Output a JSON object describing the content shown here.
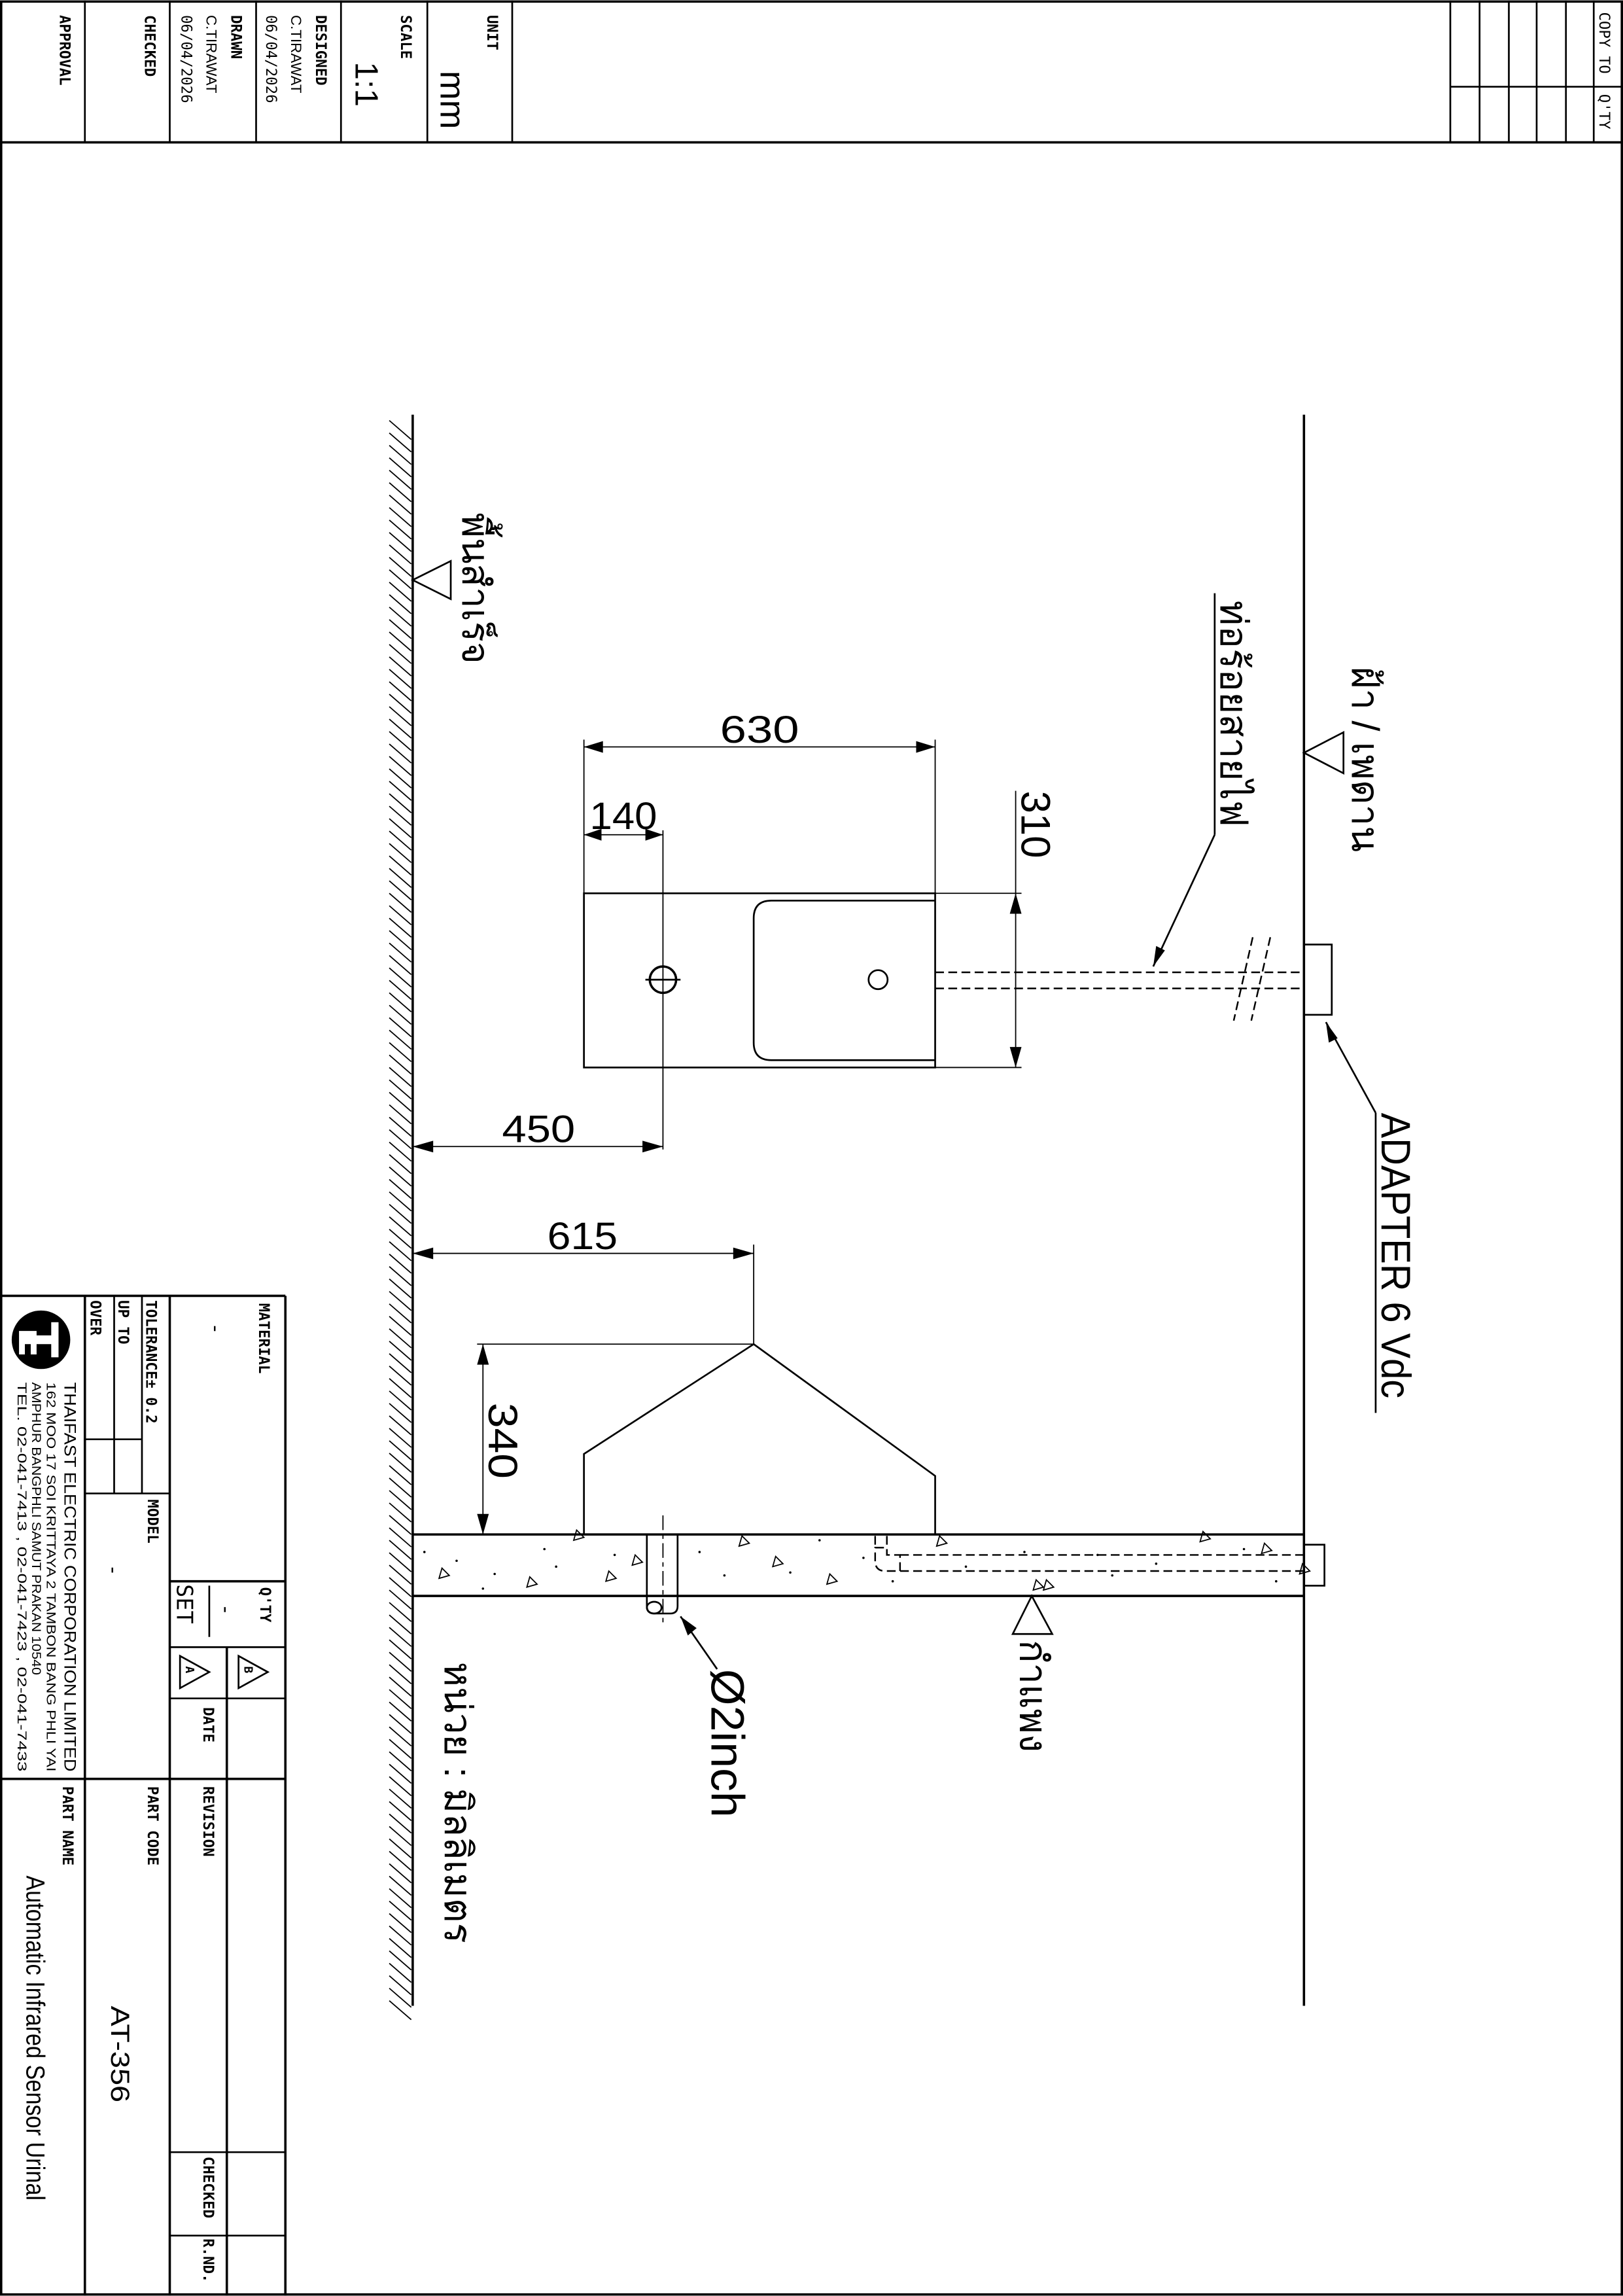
{
  "header": {
    "approval_label": "APPROVAL",
    "checked_label": "CHECKED",
    "drawn_label": "DRAWN",
    "drawn_by": "C.TIRAWAT",
    "drawn_date": "06/04/2026",
    "designed_label": "DESIGNED",
    "designed_by": "C.TIRAWAT",
    "designed_date": "06/04/2026",
    "scale_label": "SCALE",
    "scale_value": "1:1",
    "unit_label": "UNIT",
    "unit_value": "mm",
    "copy_to_label": "COPY TO",
    "qty_label": "Q'TY"
  },
  "title_block": {
    "material_label": "MATERIAL",
    "material_value": "-",
    "tolerance_label": "TOLERANCE± 0.2",
    "up_to_label": "UP TO",
    "over_label": "OVER",
    "model_label": "MODEL",
    "model_value": "-",
    "qty_label": "Q'TY",
    "qty_value": "-",
    "qty_unit": "SET",
    "rev_a": "A",
    "rev_b": "B",
    "date_label": "DATE",
    "revision_label": "REVISION",
    "checked_label": "CHECKED",
    "rnd_label": "R.ND.",
    "part_code_label": "PART CODE",
    "part_code_value": "AT-356",
    "part_name_label": "PART NAME",
    "part_name_value": "Automatic Infrared Sensor Urinal",
    "company": {
      "name": "THAIFAST ELECTRIC CORPORATION LIMITED",
      "address_1": "162 MOO 17 SOI KRITTAYA 2 TAMBON BANG PHLI YAI",
      "address_2": "AMPHUR BANGPHLI SAMUT PRAKAN 10540",
      "phone": "TEL. 02-041-7413 , 02-041-7423 , 02-041-7433",
      "logo_text": "TE"
    }
  },
  "drawing": {
    "dimensions": {
      "width_630": "630",
      "offset_140": "140",
      "depth_310": "310",
      "height_450": "450",
      "height_615": "615",
      "depth_340": "340"
    },
    "labels": {
      "ceiling": "ฝ้า / เพดาน",
      "conduit": "ท่อร้อยสายไฟ",
      "floor": "พื้นสำเร็จ",
      "wall": "กำแพง",
      "unit_note": "หน่วย : มิลลิเมตร",
      "drain": "Ø2inch",
      "adapter": "ADAPTER 6 Vdc"
    }
  }
}
